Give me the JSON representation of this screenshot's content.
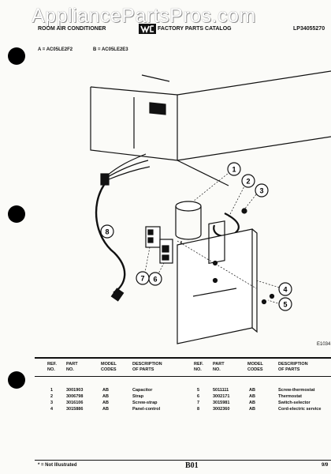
{
  "watermark": "AppliancePartsPros.com",
  "header": {
    "left": "ROOM AIR CONDITIONER",
    "catalog": "FACTORY PARTS CATALOG",
    "code": "LP34055270"
  },
  "models": {
    "a": "A = AC05LE2F2",
    "b": "B = AC05LE2E3"
  },
  "diagram_code": "E1034",
  "callouts": [
    "1",
    "2",
    "3",
    "4",
    "5",
    "6",
    "7",
    "8"
  ],
  "table": {
    "headers": {
      "ref": [
        "REF.",
        "NO."
      ],
      "part": [
        "PART",
        "NO."
      ],
      "model": [
        "MODEL",
        "CODES"
      ],
      "desc": [
        "DESCRIPTION",
        "OF PARTS"
      ]
    },
    "left_rows": [
      {
        "ref": "1",
        "part": "3001903",
        "code": "AB",
        "desc": "Capacitor"
      },
      {
        "ref": "2",
        "part": "3006798",
        "code": "AB",
        "desc": "Strap"
      },
      {
        "ref": "3",
        "part": "3016106",
        "code": "AB",
        "desc": "Screw-strap"
      },
      {
        "ref": "4",
        "part": "3015886",
        "code": "AB",
        "desc": "Panel-control"
      }
    ],
    "right_rows": [
      {
        "ref": "5",
        "part": "5011111",
        "code": "AB",
        "desc": "Screw-thermostat"
      },
      {
        "ref": "6",
        "part": "3002171",
        "code": "AB",
        "desc": "Thermostat"
      },
      {
        "ref": "7",
        "part": "3015981",
        "code": "AB",
        "desc": "Switch-selector"
      },
      {
        "ref": "8",
        "part": "3002360",
        "code": "AB",
        "desc": "Cord-electric service"
      }
    ]
  },
  "footer": {
    "note": "* = Not Illustrated",
    "page": "B01",
    "right": "9/9"
  }
}
